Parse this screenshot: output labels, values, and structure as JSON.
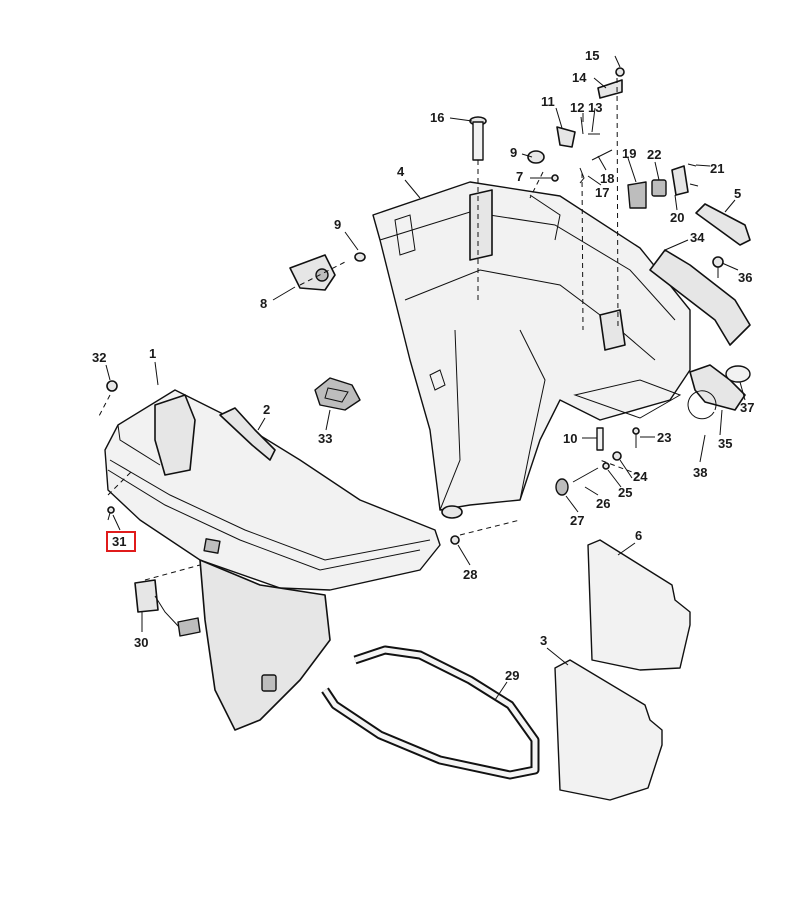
{
  "diagram": {
    "highlighted_part": "31",
    "highlight_color": "#e01b1b",
    "callouts": [
      "1",
      "2",
      "3",
      "4",
      "5",
      "6",
      "7",
      "8",
      "9",
      "9",
      "10",
      "11",
      "12",
      "13",
      "14",
      "15",
      "16",
      "17",
      "18",
      "19",
      "20",
      "21",
      "22",
      "23",
      "24",
      "25",
      "26",
      "27",
      "28",
      "29",
      "30",
      "31",
      "32",
      "33",
      "34",
      "35",
      "36",
      "37",
      "38"
    ]
  }
}
